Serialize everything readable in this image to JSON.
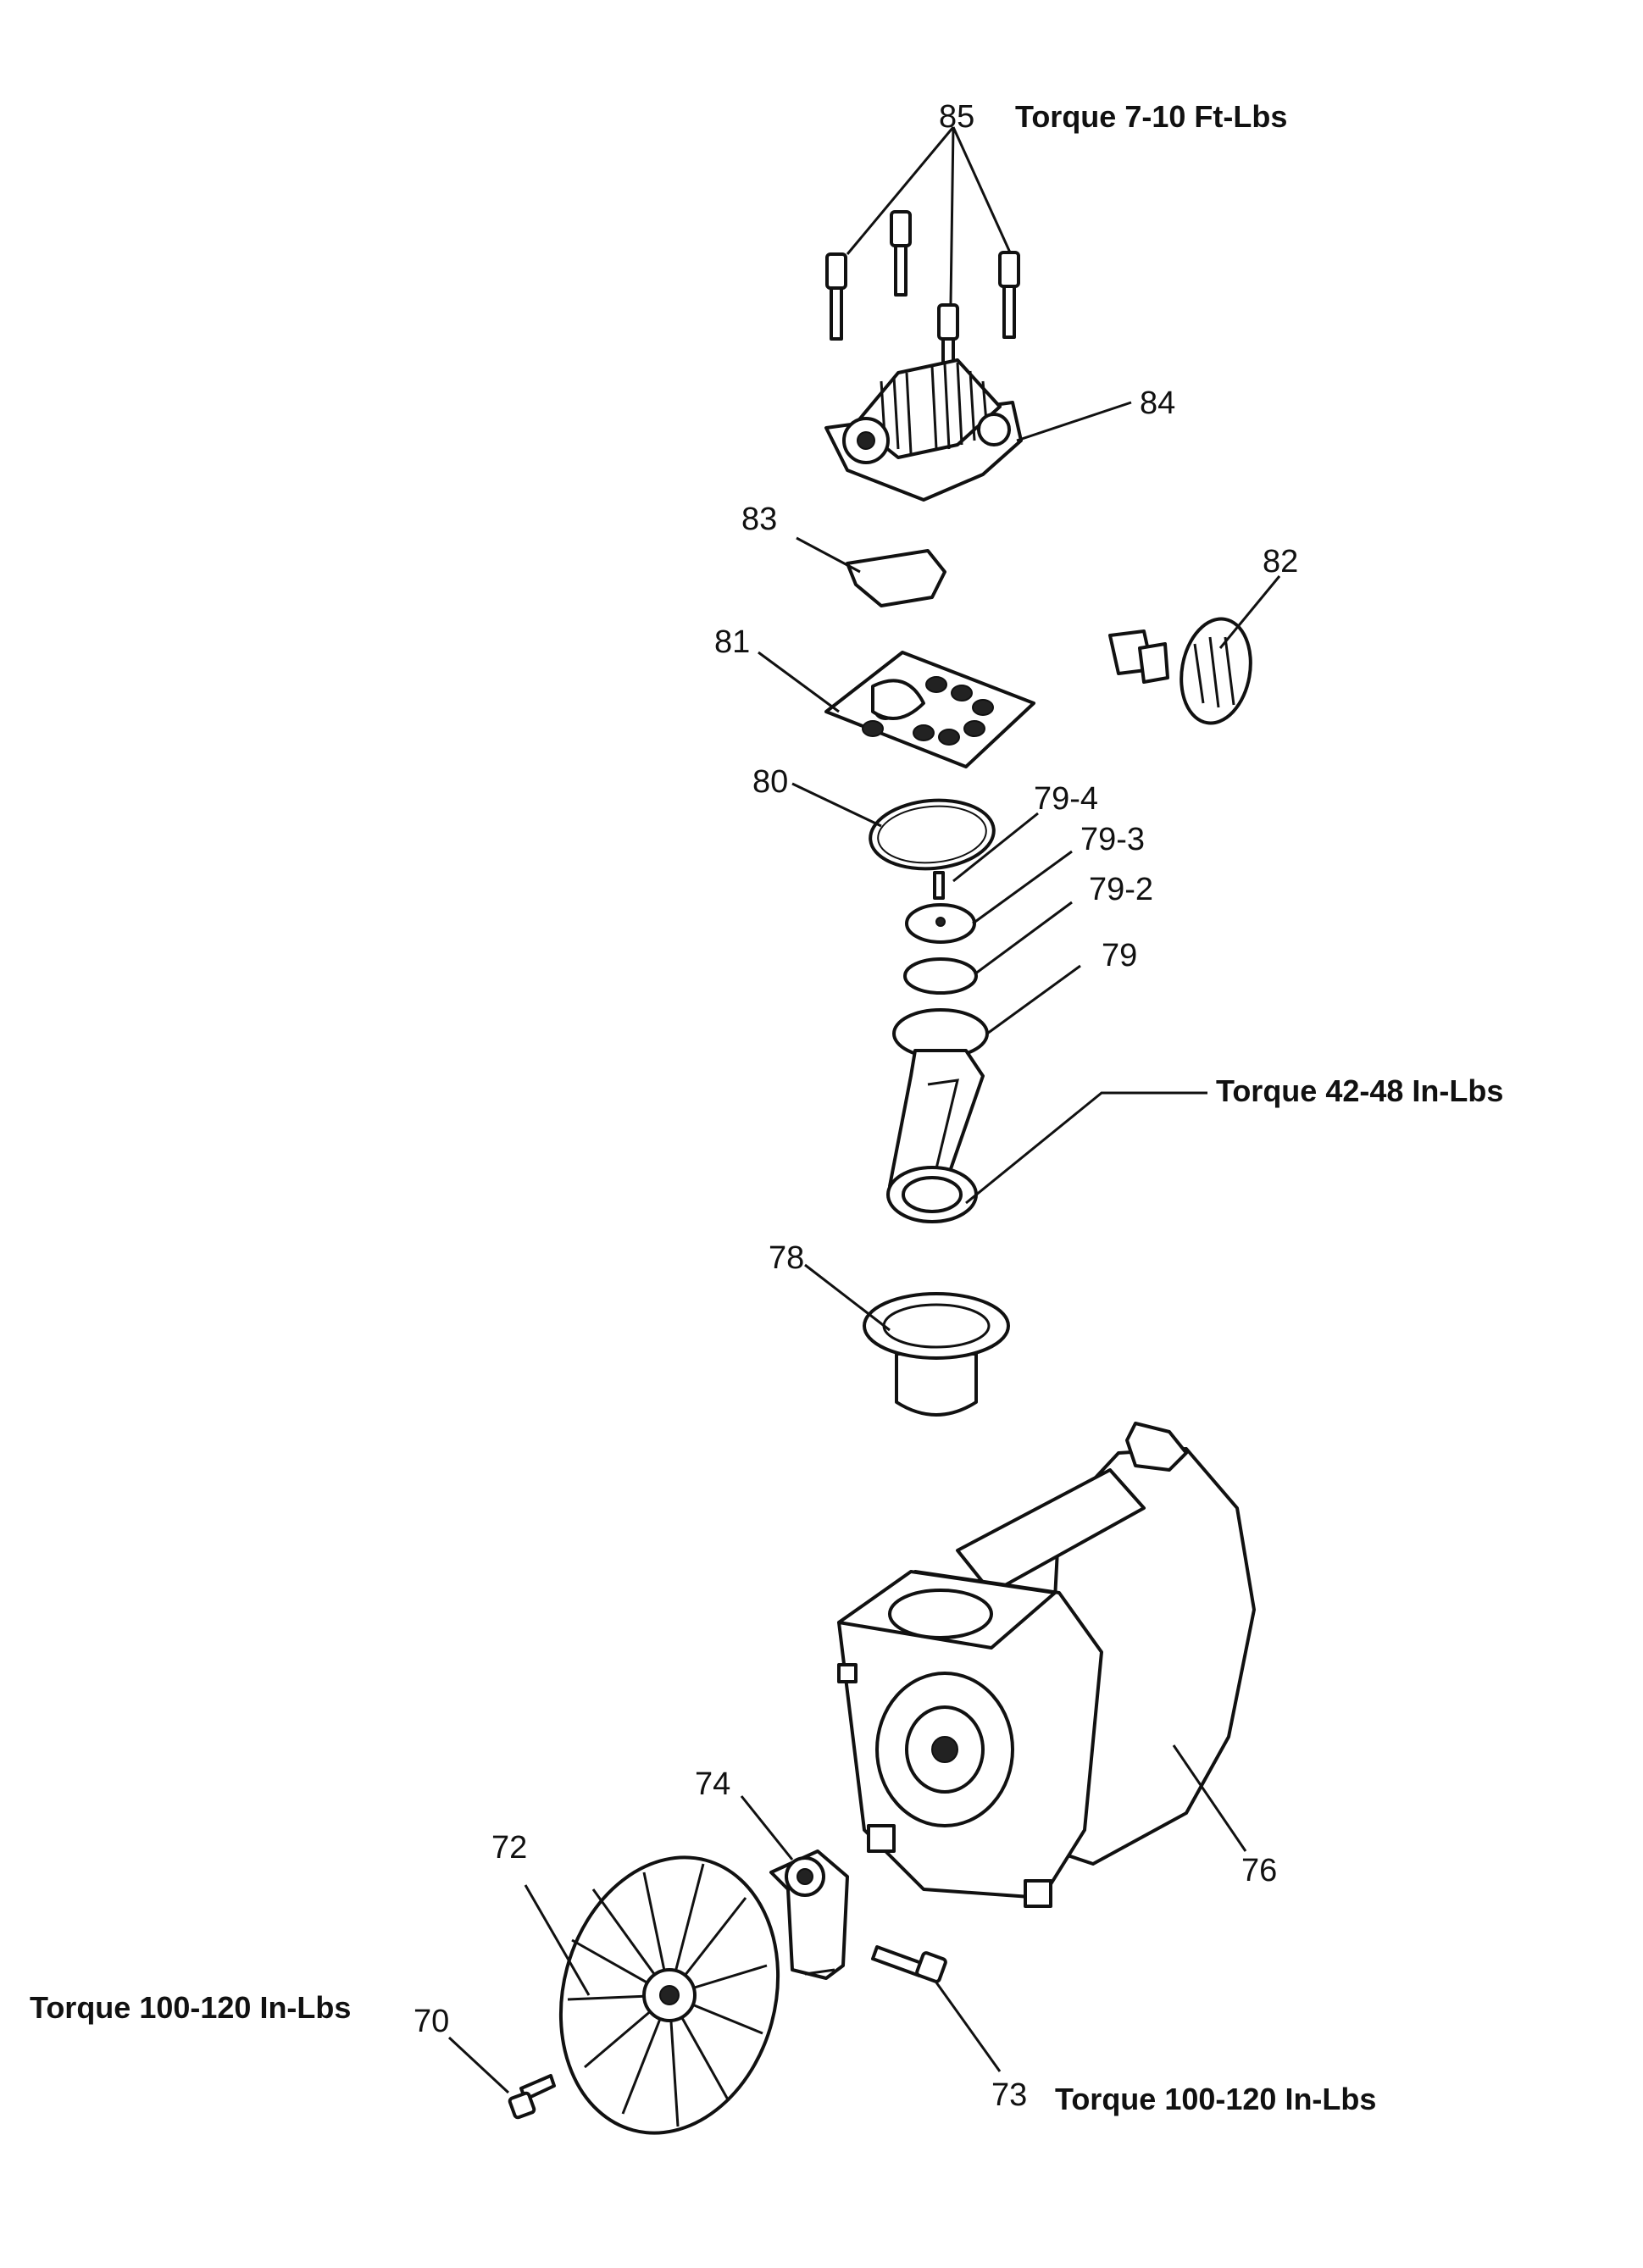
{
  "diagram": {
    "part_labels": {
      "p85": "85",
      "p84": "84",
      "p83": "83",
      "p82": "82",
      "p81": "81",
      "p80": "80",
      "p79_4": "79-4",
      "p79_3": "79-3",
      "p79_2": "79-2",
      "p79": "79",
      "p78": "78",
      "p76": "76",
      "p74": "74",
      "p73": "73",
      "p72": "72",
      "p70": "70"
    },
    "torque_notes": {
      "head_bolts": "Torque 7-10 Ft-Lbs",
      "connecting_rod": "Torque 42-48 In-Lbs",
      "fan_bolt": "Torque 100-120 In-Lbs",
      "bolt_73": "Torque 100-120 In-Lbs"
    }
  }
}
